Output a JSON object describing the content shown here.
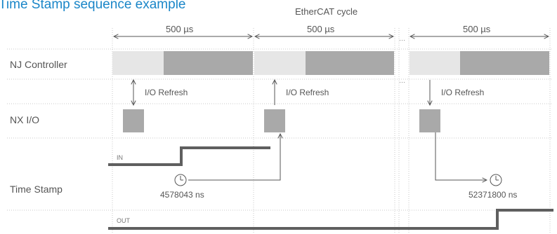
{
  "title": "Time Stamp sequence example",
  "cycle_label": "EtherCAT cycle",
  "durations": [
    "500 µs",
    "500 µs",
    "500 µs"
  ],
  "rows": {
    "controller": "NJ Controller",
    "io": "NX I/O",
    "timestamp": "Time Stamp"
  },
  "refresh_label": "I/O Refresh",
  "signals": {
    "in": "IN",
    "out": "OUT"
  },
  "timestamps": [
    "4578043 ns",
    "52371800 ns"
  ],
  "colors": {
    "title": "#1a86c8",
    "block_light": "#e6e6e6",
    "block_dark": "#a9a9a9",
    "signal": "#5f5f5f",
    "grid": "#c8c8c8"
  }
}
